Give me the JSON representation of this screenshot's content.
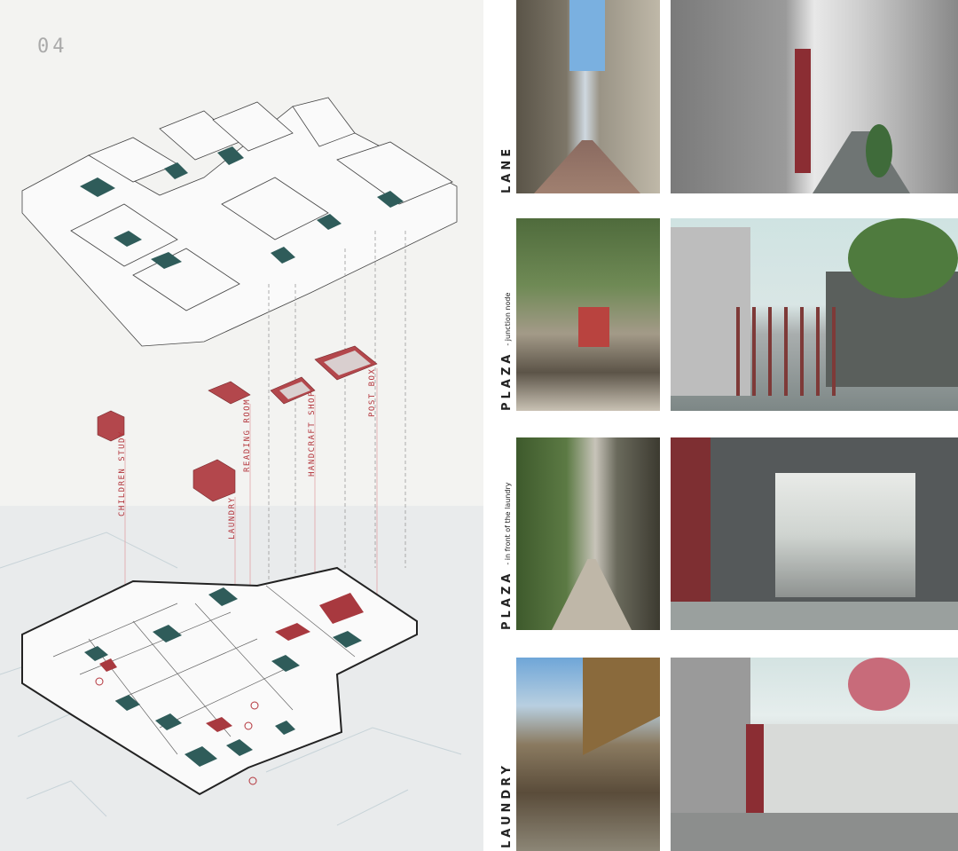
{
  "page_number": "04",
  "labels": [
    "CHILDREN STUDY",
    "LAUNDRY",
    "READING ROOM",
    "HANDCRAFT SHOP",
    "POST BOX"
  ],
  "rows": [
    {
      "title": "LANE",
      "subtitle": ""
    },
    {
      "title": "PLAZA",
      "subtitle": "- junction node"
    },
    {
      "title": "PLAZA",
      "subtitle": "- in front of the laundry"
    },
    {
      "title": "LAUNDRY",
      "subtitle": ""
    }
  ],
  "colors": {
    "accent": "#b3333a",
    "courtyard": "#2f5c5a",
    "background": "#f3f3f1"
  }
}
